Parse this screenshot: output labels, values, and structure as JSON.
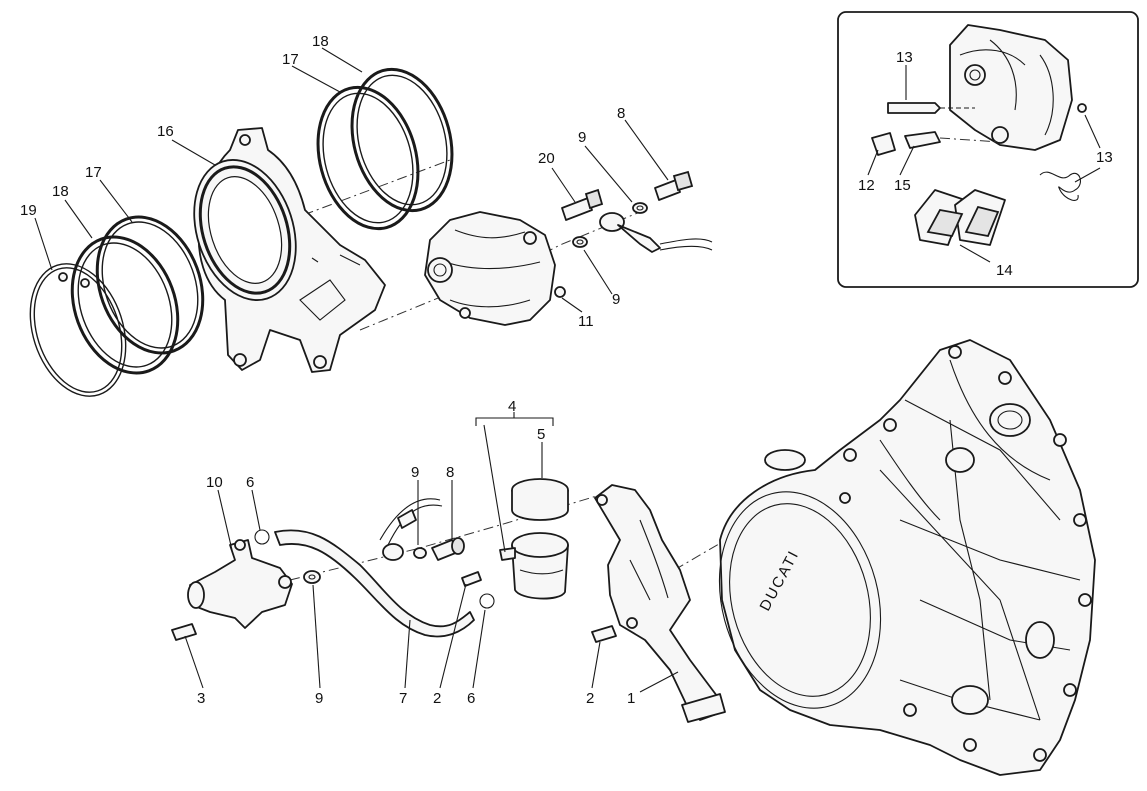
{
  "diagram": {
    "callouts": [
      "1",
      "2",
      "3",
      "4",
      "5",
      "6",
      "7",
      "8",
      "9",
      "10",
      "11",
      "12",
      "13",
      "14",
      "15",
      "16",
      "17",
      "18",
      "19",
      "20"
    ],
    "engine_brand": "DUCATI"
  }
}
